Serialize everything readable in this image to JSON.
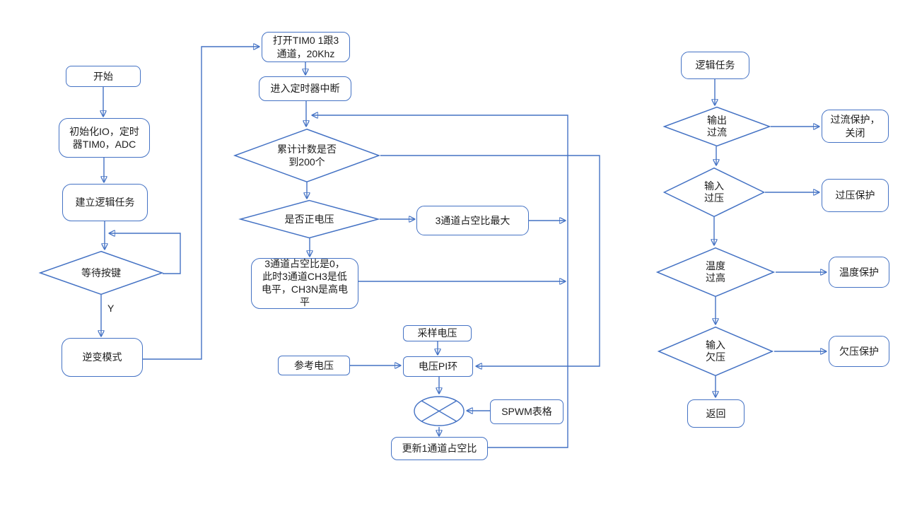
{
  "diagram_type": "flowchart",
  "colors": {
    "shape_border": "#4472C4",
    "connector": "#4472C4",
    "shape_fill": "#ffffff",
    "text": "#1c1c1c",
    "canvas": "#ffffff"
  },
  "labels": {
    "branch_yes": "Y"
  },
  "nodes": {
    "start": "开始",
    "init_io": "初始化IO，定时\n器TIM0，ADC",
    "create_logic_task": "建立逻辑任务",
    "wait_key": "等待按键",
    "inverter_mode": "逆变模式",
    "open_tim0": "打开TIM0 1跟3\n通道，20Khz",
    "enter_timer_interrupt": "进入定时器中断",
    "count_reach_200": "累计计数是否\n到200个",
    "is_positive_voltage": "是否正电压",
    "ch3_duty_max": "3通道占空比最大",
    "ch3_duty_zero": "3通道占空比是0，\n此时3通道CH3是低\n电平，CH3N是高电\n平",
    "sample_voltage": "采样电压",
    "ref_voltage": "参考电压",
    "voltage_pi_loop": "电压PI环",
    "spwm_table": "SPWM表格",
    "update_ch1_duty": "更新1通道占空比",
    "logic_task": "逻辑任务",
    "output_overcurrent": "输出\n过流",
    "overcurrent_protect": "过流保护，\n关闭",
    "input_overvoltage": "输入\n过压",
    "overvoltage_protect": "过压保护",
    "temperature_high": "温度\n过高",
    "temperature_protect": "温度保护",
    "input_undervoltage": "输入\n欠压",
    "undervoltage_protect": "欠压保护",
    "return": "返回"
  }
}
